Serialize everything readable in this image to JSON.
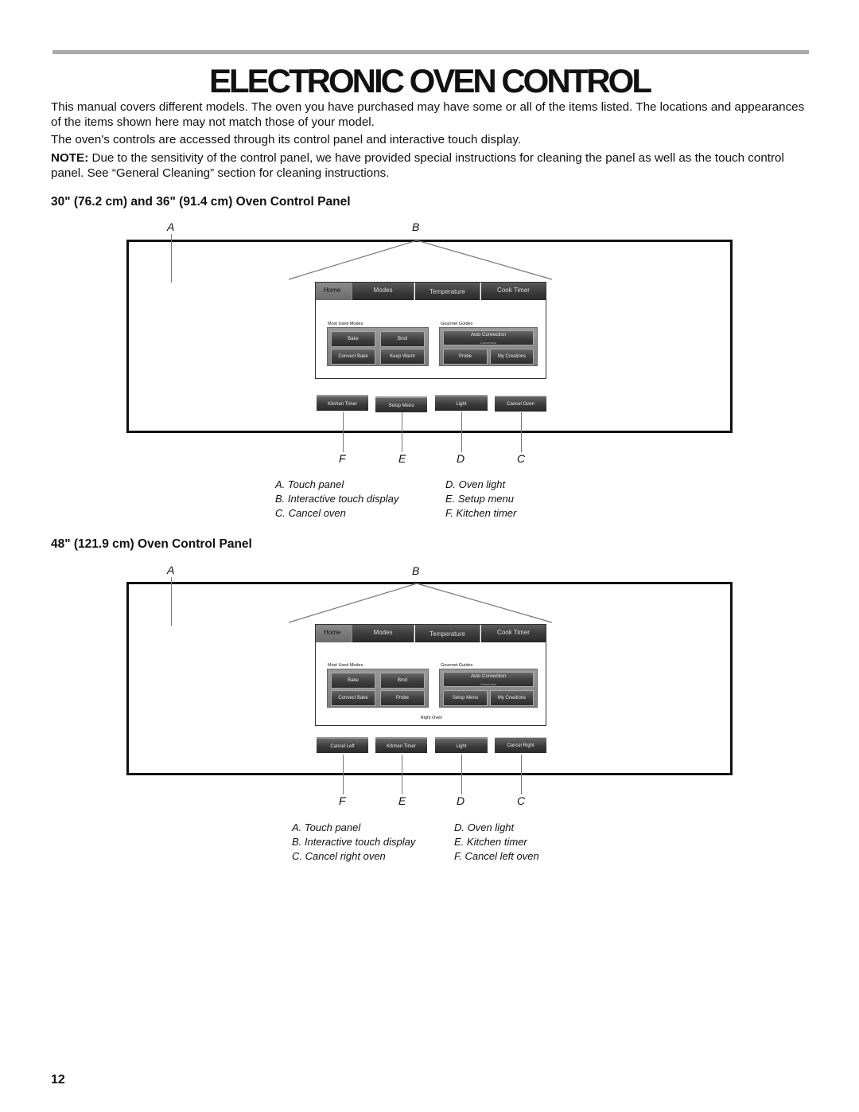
{
  "page": {
    "title": "ELECTRONIC OVEN CONTROL",
    "intro1": "This manual covers different models. The oven you have purchased may have some or all of the items listed. The locations and appearances of the items shown here may not match those of your model.",
    "intro2": "The oven's controls are accessed through its control panel and interactive touch display.",
    "note_label": "NOTE:",
    "note_text": " Due to the sensitivity of the control panel, we have provided special instructions for cleaning the panel as well as the touch control panel. See “General Cleaning” section for cleaning instructions.",
    "page_number": "12"
  },
  "panel30": {
    "heading": "30\" (76.2 cm) and 36\" (91.4 cm) Oven Control Panel",
    "letters": {
      "a": "A",
      "b": "B",
      "f": "F",
      "e": "E",
      "d": "D",
      "c": "C"
    },
    "tabs": [
      "Home",
      "Modes",
      "Temperature",
      "Cook Timer"
    ],
    "most_used_label": "Most Used Modes",
    "most_used": [
      "Bake",
      "Broil",
      "Convect Bake",
      "Keep Warm"
    ],
    "gourmet_label": "Gourmet Guides",
    "auto_convection": "Auto Convection",
    "conversion": "Conversion",
    "gourmet": [
      "Probe",
      "My Creations"
    ],
    "bottom_buttons": [
      "Kitchen Timer",
      "Setup Menu",
      "Light",
      "Cancel Oven"
    ],
    "legend_left": [
      "A. Touch panel",
      "B. Interactive touch display",
      "C. Cancel oven"
    ],
    "legend_right": [
      "D. Oven light",
      "E. Setup menu",
      "F. Kitchen timer"
    ]
  },
  "panel48": {
    "heading": "48\" (121.9 cm) Oven Control Panel",
    "letters": {
      "a": "A",
      "b": "B",
      "f": "F",
      "e": "E",
      "d": "D",
      "c": "C"
    },
    "tabs": [
      "Home",
      "Modes",
      "Temperature",
      "Cook Timer"
    ],
    "most_used_label": "Most Used Modes",
    "most_used": [
      "Bake",
      "Broil",
      "Convect Bake",
      "Probe"
    ],
    "gourmet_label": "Gourmet Guides",
    "auto_convection": "Auto Convection",
    "conversion": "Conversion",
    "gourmet": [
      "Setup Menu",
      "My Creations"
    ],
    "right_oven": "Right Oven",
    "bottom_buttons": [
      "Cancel Left",
      "Kitchen Timer",
      "Light",
      "Cancel Right"
    ],
    "legend_left": [
      "A. Touch panel",
      "B. Interactive touch display",
      "C. Cancel right oven"
    ],
    "legend_right": [
      "D. Oven light",
      "E. Kitchen timer",
      "F. Cancel left oven"
    ]
  }
}
